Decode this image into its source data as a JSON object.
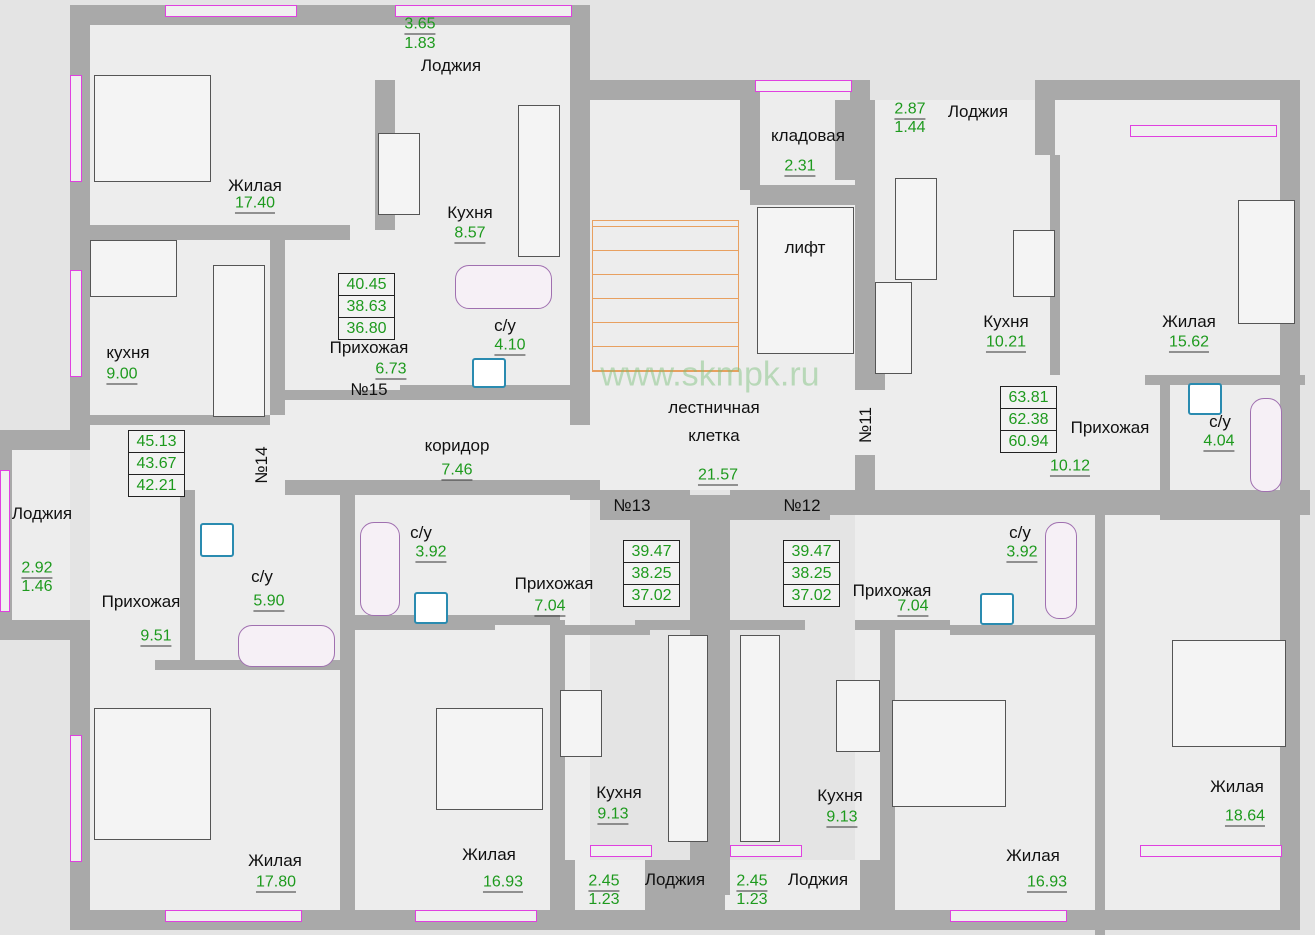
{
  "watermark": "www.skmpk.ru",
  "common": {
    "corridor": {
      "name": "коридор",
      "area": "7.46"
    },
    "stairwell": {
      "name_line1": "лестничная",
      "name_line2": "клетка",
      "area": "21.57"
    },
    "storage": {
      "name": "кладовая",
      "area": "2.31"
    },
    "elevator": {
      "name": "лифт"
    }
  },
  "apt15": {
    "number": "№15",
    "totals": [
      "40.45",
      "38.63",
      "36.80"
    ],
    "loggia": {
      "name": "Лоджия",
      "area_top": "3.65",
      "area_bottom": "1.83"
    },
    "living": {
      "name": "Жилая",
      "area": "17.40"
    },
    "kitchen": {
      "name": "Кухня",
      "area": "8.57"
    },
    "bathroom": {
      "name": "с/у",
      "area": "4.10"
    },
    "hall": {
      "name": "Прихожая",
      "area": "6.73"
    }
  },
  "apt14": {
    "number": "№14",
    "totals": [
      "45.13",
      "43.67",
      "42.21"
    ],
    "loggia": {
      "name": "Лоджия",
      "area_top": "2.92",
      "area_bottom": "1.46"
    },
    "kitchen": {
      "name": "кухня",
      "area": "9.00"
    },
    "bathroom": {
      "name": "с/у",
      "area": "5.90"
    },
    "hall": {
      "name": "Прихожая",
      "area": "9.51"
    },
    "living": {
      "name": "Жилая",
      "area": "17.80"
    }
  },
  "apt13": {
    "number": "№13",
    "totals": [
      "39.47",
      "38.25",
      "37.02"
    ],
    "bathroom": {
      "name": "с/у",
      "area": "3.92"
    },
    "hall": {
      "name": "Прихожая",
      "area": "7.04"
    },
    "kitchen": {
      "name": "Кухня",
      "area": "9.13"
    },
    "living": {
      "name": "Жилая",
      "area": "16.93"
    },
    "loggia": {
      "name": "Лоджия",
      "area_top": "2.45",
      "area_bottom": "1.23"
    }
  },
  "apt12": {
    "number": "№12",
    "totals": [
      "39.47",
      "38.25",
      "37.02"
    ],
    "bathroom": {
      "name": "с/у",
      "area": "3.92"
    },
    "hall": {
      "name": "Прихожая",
      "area": "7.04"
    },
    "kitchen": {
      "name": "Кухня",
      "area": "9.13"
    },
    "living": {
      "name": "Жилая",
      "area": "16.93"
    },
    "loggia": {
      "name": "Лоджия",
      "area_top": "2.45",
      "area_bottom": "1.23"
    }
  },
  "apt11": {
    "number": "№11",
    "totals": [
      "63.81",
      "62.38",
      "60.94"
    ],
    "loggia": {
      "name": "Лоджия",
      "area_top": "2.87",
      "area_bottom": "1.44"
    },
    "kitchen": {
      "name": "Кухня",
      "area": "10.21"
    },
    "living1": {
      "name": "Жилая",
      "area": "15.62"
    },
    "hall": {
      "name": "Прихожая",
      "area": "10.12"
    },
    "bathroom": {
      "name": "с/у",
      "area": "4.04"
    },
    "living2": {
      "name": "Жилая",
      "area": "18.64"
    }
  }
}
